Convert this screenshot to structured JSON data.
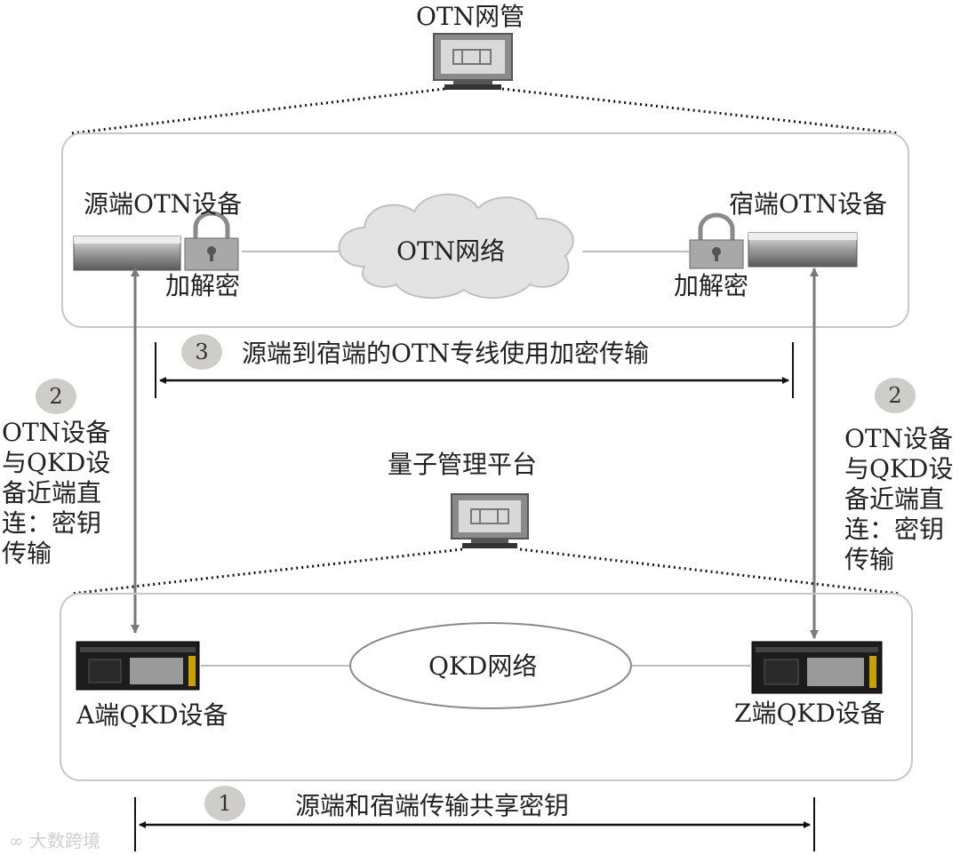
{
  "nms": {
    "label": "OTN网管",
    "icon": "monitor-icon"
  },
  "otn_box": {
    "source_device": "源端OTN设备",
    "sink_device": "宿端OTN设备",
    "network": "OTN网络",
    "enc_left": "加解密",
    "enc_right": "加解密",
    "lock_icon": "padlock-icon",
    "device_icon": "otn-device-icon"
  },
  "step3": {
    "number": "3",
    "text": "源端到宿端的OTN专线使用加密传输"
  },
  "step2_left": {
    "number": "2",
    "text": "OTN设备\n与QKD设\n备近端直\n连：密钥\n传输"
  },
  "step2_right": {
    "number": "2",
    "text": "OTN设备\n与QKD设\n备近端直\n连：密钥\n传输"
  },
  "qmp": {
    "label": "量子管理平台",
    "icon": "monitor-icon"
  },
  "qkd_box": {
    "a_device": "A端QKD设备",
    "z_device": "Z端QKD设备",
    "network": "QKD网络",
    "device_icon": "qkd-device-icon"
  },
  "step1": {
    "number": "1",
    "text": "源端和宿端传输共享密钥"
  },
  "watermark": "大数跨境",
  "colors": {
    "arrow_gray": "#7a7a7a",
    "box_border": "#c8c8c8",
    "badge": "#cfcdc8"
  }
}
